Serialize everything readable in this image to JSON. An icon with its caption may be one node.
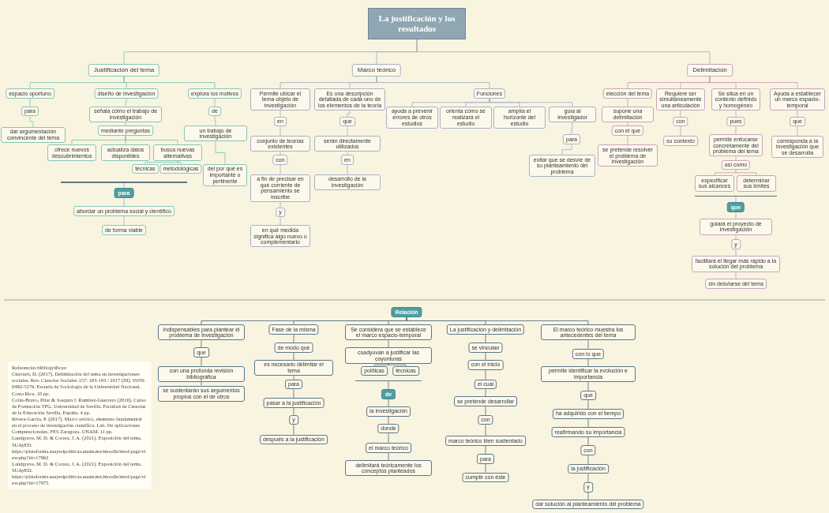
{
  "diagram": {
    "nodes": [
      {
        "text": [
          "La justificación y los resultados"
        ]
      },
      {
        "text": [
          "Justificación del tema"
        ]
      },
      {
        "text": [
          "espacio oportuno"
        ]
      },
      {
        "text": [
          "para"
        ]
      },
      {
        "text": [
          "dar argumentación convincente del tema"
        ]
      },
      {
        "text": [
          "diseño de investigación"
        ]
      },
      {
        "text": [
          "señala cómo el trabajo de investigación"
        ]
      },
      {
        "text": [
          "mediante preguntas"
        ]
      },
      {
        "text": [
          "ofrece nuevos descubrimientos"
        ]
      },
      {
        "text": [
          "actualiza datos disponibles"
        ]
      },
      {
        "text": [
          "busca nuevas alternativas"
        ]
      },
      {
        "text": [
          "técnicas"
        ]
      },
      {
        "text": [
          "metodológicas"
        ]
      },
      {
        "text": [
          "explora los motivos"
        ]
      },
      {
        "text": [
          "de"
        ]
      },
      {
        "text": [
          "un trabajo de investigación"
        ]
      },
      {
        "text": [
          "del por qué es importante o pertinente"
        ]
      },
      {
        "text": [
          "para"
        ]
      },
      {
        "text": [
          "abordar un problema social y científico"
        ]
      },
      {
        "text": [
          "de forma viable"
        ]
      },
      {
        "text": [
          "Marco teórico"
        ]
      },
      {
        "text": [
          "Permite ubicar el tema objeto de investigación"
        ]
      },
      {
        "text": [
          "en"
        ]
      },
      {
        "text": [
          "conjunto de teorías existentes"
        ]
      },
      {
        "text": [
          "con"
        ]
      },
      {
        "text": [
          "a fin de precisar en qué corriente de pensamiento se inscribe"
        ]
      },
      {
        "text": [
          "y"
        ]
      },
      {
        "text": [
          "en qué medida significa algo nuevo o complementario"
        ]
      },
      {
        "text": [
          "Es una descripción detallada de cada uno de los elementos de la teoría"
        ]
      },
      {
        "text": [
          "que"
        ]
      },
      {
        "text": [
          "serán directamente utilizados"
        ]
      },
      {
        "text": [
          "en"
        ]
      },
      {
        "text": [
          "desarrollo de la investigación"
        ]
      },
      {
        "text": [
          "Funciones"
        ]
      },
      {
        "text": [
          "ayuda a prevenir errores de otros estudios"
        ]
      },
      {
        "text": [
          "orienta cómo se realizará el estudio"
        ]
      },
      {
        "text": [
          "amplía el horizonte del estudio"
        ]
      },
      {
        "text": [
          "guía al investigador"
        ]
      },
      {
        "text": [
          "para"
        ]
      },
      {
        "text": [
          "evitar que se desvíe de su planteamiento del problema"
        ]
      },
      {
        "text": [
          "Delimitación"
        ]
      },
      {
        "text": [
          "elección del tema"
        ]
      },
      {
        "text": [
          "supone una delimitación"
        ]
      },
      {
        "text": [
          "con el que"
        ]
      },
      {
        "text": [
          "se pretende resolver el problema de investigación"
        ]
      },
      {
        "text": [
          "Requiere ser simultáneamente una articulación"
        ]
      },
      {
        "text": [
          "con"
        ]
      },
      {
        "text": [
          "su contexto"
        ]
      },
      {
        "text": [
          "Se sitúa en un contexto definido y homogéneo"
        ]
      },
      {
        "text": [
          "pues"
        ]
      },
      {
        "text": [
          "permite enfocarse concretamente del problema del tema"
        ]
      },
      {
        "text": [
          "así como"
        ]
      },
      {
        "text": [
          "especificar sus alcances"
        ]
      },
      {
        "text": [
          "determinar sus límites"
        ]
      },
      {
        "text": [
          "que"
        ]
      },
      {
        "text": [
          "guiará el proyecto de investigación"
        ]
      },
      {
        "text": [
          "y"
        ]
      },
      {
        "text": [
          "facilitará el llegar más rápido a la solución del problema"
        ]
      },
      {
        "text": [
          "sin desviarse del tema"
        ]
      },
      {
        "text": [
          "Ayuda a establecer un marco espacio-temporal"
        ]
      },
      {
        "text": [
          "que"
        ]
      },
      {
        "text": [
          "corresponda a la investigación que se desarrolla"
        ]
      },
      {
        "text": [
          "Relación"
        ]
      },
      {
        "text": [
          "Indispensables para plantear el problema de investigación"
        ]
      },
      {
        "text": [
          "que"
        ]
      },
      {
        "text": [
          "con una profunda revisión bibliográfica"
        ]
      },
      {
        "text": [
          "se sustentarán sus argumentos propios con el de otros"
        ]
      },
      {
        "text": [
          "Fase de la misma"
        ]
      },
      {
        "text": [
          "de modo que"
        ]
      },
      {
        "text": [
          "es necesario delimitar el tema"
        ]
      },
      {
        "text": [
          "para"
        ]
      },
      {
        "text": [
          "pasar a la justificación"
        ]
      },
      {
        "text": [
          "y"
        ]
      },
      {
        "text": [
          "después a la justificación"
        ]
      },
      {
        "text": [
          "Se considera que se establece el marco espacio-temporal"
        ]
      },
      {
        "text": [
          "coadyuvan a justificar las coyunturas"
        ]
      },
      {
        "text": [
          "políticas"
        ]
      },
      {
        "text": [
          "técnicas"
        ]
      },
      {
        "text": [
          "de"
        ]
      },
      {
        "text": [
          "la investigación"
        ]
      },
      {
        "text": [
          "donde"
        ]
      },
      {
        "text": [
          "el marco teórico"
        ]
      },
      {
        "text": [
          "delimitará teóricamente los conceptos planteados"
        ]
      },
      {
        "text": [
          "La justificación y delimitación"
        ]
      },
      {
        "text": [
          "se vinculan"
        ]
      },
      {
        "text": [
          "con el inicio"
        ]
      },
      {
        "text": [
          "el cual"
        ]
      },
      {
        "text": [
          "se pretende desarrollar"
        ]
      },
      {
        "text": [
          "con"
        ]
      },
      {
        "text": [
          "marco teórico bien sustentado"
        ]
      },
      {
        "text": [
          "para"
        ]
      },
      {
        "text": [
          "cumplir con éste"
        ]
      },
      {
        "text": [
          "El marco teórico muestra los antecedentes del tema"
        ]
      },
      {
        "text": [
          "con lo que"
        ]
      },
      {
        "text": [
          "permite identificar la evolución e importancia"
        ]
      },
      {
        "text": [
          "que"
        ]
      },
      {
        "text": [
          "ha adquirido con el tiempo"
        ]
      },
      {
        "text": [
          "reafirmando su importancia"
        ]
      },
      {
        "text": [
          "con"
        ]
      },
      {
        "text": [
          "la justificación"
        ]
      },
      {
        "text": [
          "y"
        ]
      },
      {
        "text": [
          "dar solución al planteamiento del problema"
        ]
      },
      {
        "text": [],
        "shape": "bar"
      },
      {
        "text": [],
        "shape": "bar"
      },
      {
        "text": [],
        "shape": "bar"
      }
    ],
    "edges": [
      {
        "from": 0,
        "to": 1,
        "arrow": "none",
        "color": "#86c6b9"
      },
      {
        "from": 1,
        "to": 2,
        "arrow": "none",
        "color": "#86c6b9"
      },
      {
        "from": 2,
        "to": 3,
        "arrow": "none",
        "color": "#86c6b9"
      },
      {
        "from": 3,
        "to": 4,
        "arrow": "none",
        "color": "#86c6b9"
      },
      {
        "from": 1,
        "to": 5,
        "arrow": "none",
        "color": "#86c6b9"
      },
      {
        "from": 5,
        "to": 6,
        "arrow": "none",
        "color": "#86c6b9"
      },
      {
        "from": 6,
        "to": 7,
        "arrow": "none",
        "color": "#86c6b9"
      },
      {
        "from": 7,
        "to": 8,
        "arrow": "none",
        "color": "#86c6b9"
      },
      {
        "from": 7,
        "to": 9,
        "arrow": "none",
        "color": "#86c6b9"
      },
      {
        "from": 7,
        "to": 10,
        "arrow": "none",
        "color": "#86c6b9"
      },
      {
        "from": 10,
        "to": 11,
        "arrow": "none",
        "color": "#86c6b9"
      },
      {
        "from": 10,
        "to": 12,
        "arrow": "none",
        "color": "#86c6b9"
      },
      {
        "from": 1,
        "to": 13,
        "arrow": "none",
        "color": "#86c6b9"
      },
      {
        "from": 13,
        "to": 14,
        "arrow": "none",
        "color": "#86c6b9"
      },
      {
        "from": 14,
        "to": 15,
        "arrow": "none",
        "color": "#86c6b9"
      },
      {
        "from": 15,
        "to": 16,
        "arrow": "none",
        "color": "#86c6b9"
      },
      {
        "from": 17,
        "to": 18,
        "arrow": "none",
        "color": "#86c6b9"
      },
      {
        "from": 18,
        "to": 19,
        "arrow": "none",
        "color": "#86c6b9"
      },
      {
        "from": 0,
        "to": 20,
        "arrow": "none",
        "color": "#a6b2c6"
      },
      {
        "from": 20,
        "to": 21,
        "arrow": "none",
        "color": "#a6b2c6"
      },
      {
        "from": 21,
        "to": 22,
        "arrow": "none",
        "color": "#a6b2c6"
      },
      {
        "from": 22,
        "to": 23,
        "arrow": "none",
        "color": "#a6b2c6"
      },
      {
        "from": 23,
        "to": 24,
        "arrow": "none",
        "color": "#a6b2c6"
      },
      {
        "from": 24,
        "to": 25,
        "arrow": "none",
        "color": "#a6b2c6"
      },
      {
        "from": 25,
        "to": 26,
        "arrow": "none",
        "color": "#a6b2c6"
      },
      {
        "from": 26,
        "to": 27,
        "arrow": "none",
        "color": "#a6b2c6"
      },
      {
        "from": 20,
        "to": 28,
        "arrow": "none",
        "color": "#a6b2c6"
      },
      {
        "from": 28,
        "to": 29,
        "arrow": "none",
        "color": "#a6b2c6"
      },
      {
        "from": 29,
        "to": 30,
        "arrow": "none",
        "color": "#a6b2c6"
      },
      {
        "from": 30,
        "to": 31,
        "arrow": "none",
        "color": "#a6b2c6"
      },
      {
        "from": 31,
        "to": 32,
        "arrow": "none",
        "color": "#a6b2c6"
      },
      {
        "from": 20,
        "to": 33,
        "arrow": "none",
        "color": "#a6b2c6"
      },
      {
        "from": 33,
        "to": 34,
        "arrow": "none",
        "color": "#a6b2c6"
      },
      {
        "from": 33,
        "to": 35,
        "arrow": "none",
        "color": "#a6b2c6"
      },
      {
        "from": 33,
        "to": 36,
        "arrow": "none",
        "color": "#a6b2c6"
      },
      {
        "from": 33,
        "to": 37,
        "arrow": "none",
        "color": "#a6b2c6"
      },
      {
        "from": 37,
        "to": 38,
        "arrow": "none",
        "color": "#a6b2c6"
      },
      {
        "from": 38,
        "to": 39,
        "arrow": "none",
        "color": "#a6b2c6"
      },
      {
        "from": 0,
        "to": 40,
        "arrow": "none",
        "color": "#c9a3bf"
      },
      {
        "from": 40,
        "to": 41,
        "arrow": "none",
        "color": "#c9a3bf"
      },
      {
        "from": 41,
        "to": 42,
        "arrow": "none",
        "color": "#c9a3bf"
      },
      {
        "from": 42,
        "to": 43,
        "arrow": "none",
        "color": "#c9a3bf"
      },
      {
        "from": 43,
        "to": 44,
        "arrow": "none",
        "color": "#c9a3bf"
      },
      {
        "from": 40,
        "to": 45,
        "arrow": "none",
        "color": "#c9a3bf"
      },
      {
        "from": 45,
        "to": 46,
        "arrow": "none",
        "color": "#c9a3bf"
      },
      {
        "from": 46,
        "to": 47,
        "arrow": "none",
        "color": "#c9a3bf"
      },
      {
        "from": 40,
        "to": 48,
        "arrow": "none",
        "color": "#c9a3bf"
      },
      {
        "from": 48,
        "to": 49,
        "arrow": "none",
        "color": "#c9a3bf"
      },
      {
        "from": 49,
        "to": 50,
        "arrow": "none",
        "color": "#c9a3bf"
      },
      {
        "from": 50,
        "to": 51,
        "arrow": "none",
        "color": "#c9a3bf"
      },
      {
        "from": 51,
        "to": 52,
        "arrow": "none",
        "color": "#c9a3bf"
      },
      {
        "from": 51,
        "to": 53,
        "arrow": "none",
        "color": "#c9a3bf"
      },
      {
        "from": 54,
        "to": 55,
        "arrow": "none",
        "color": "#c9a3bf"
      },
      {
        "from": 55,
        "to": 56,
        "arrow": "none",
        "color": "#c9a3bf"
      },
      {
        "from": 56,
        "to": 57,
        "arrow": "none",
        "color": "#c9a3bf"
      },
      {
        "from": 57,
        "to": 58,
        "arrow": "none",
        "color": "#c9a3bf"
      },
      {
        "from": 40,
        "to": 59,
        "arrow": "none",
        "color": "#c9a3bf"
      },
      {
        "from": 59,
        "to": 60,
        "arrow": "none",
        "color": "#c9a3bf"
      },
      {
        "from": 60,
        "to": 61,
        "arrow": "none",
        "color": "#c9a3bf"
      },
      {
        "from": 62,
        "to": 63,
        "arrow": "none"
      },
      {
        "from": 63,
        "to": 64,
        "arrow": "none"
      },
      {
        "from": 64,
        "to": 65,
        "arrow": "none"
      },
      {
        "from": 65,
        "to": 66,
        "arrow": "none"
      },
      {
        "from": 62,
        "to": 67,
        "arrow": "none"
      },
      {
        "from": 67,
        "to": 68,
        "arrow": "none"
      },
      {
        "from": 68,
        "to": 69,
        "arrow": "none"
      },
      {
        "from": 69,
        "to": 70,
        "arrow": "none"
      },
      {
        "from": 70,
        "to": 71,
        "arrow": "none"
      },
      {
        "from": 71,
        "to": 72,
        "arrow": "none"
      },
      {
        "from": 72,
        "to": 73,
        "arrow": "none"
      },
      {
        "from": 62,
        "to": 74,
        "arrow": "none"
      },
      {
        "from": 74,
        "to": 75,
        "arrow": "none"
      },
      {
        "from": 75,
        "to": 76,
        "arrow": "none"
      },
      {
        "from": 75,
        "to": 77,
        "arrow": "none"
      },
      {
        "from": 78,
        "to": 79,
        "arrow": "none"
      },
      {
        "from": 79,
        "to": 80,
        "arrow": "none"
      },
      {
        "from": 80,
        "to": 81,
        "arrow": "none"
      },
      {
        "from": 81,
        "to": 82,
        "arrow": "none"
      },
      {
        "from": 62,
        "to": 83,
        "arrow": "none"
      },
      {
        "from": 83,
        "to": 84,
        "arrow": "none"
      },
      {
        "from": 84,
        "to": 85,
        "arrow": "none"
      },
      {
        "from": 85,
        "to": 86,
        "arrow": "none"
      },
      {
        "from": 86,
        "to": 87,
        "arrow": "none"
      },
      {
        "from": 87,
        "to": 88,
        "arrow": "none"
      },
      {
        "from": 88,
        "to": 89,
        "arrow": "none"
      },
      {
        "from": 89,
        "to": 90,
        "arrow": "none"
      },
      {
        "from": 90,
        "to": 91,
        "arrow": "none"
      },
      {
        "from": 62,
        "to": 92,
        "arrow": "none"
      },
      {
        "from": 92,
        "to": 93,
        "arrow": "none"
      },
      {
        "from": 93,
        "to": 94,
        "arrow": "none"
      },
      {
        "from": 94,
        "to": 95,
        "arrow": "none"
      },
      {
        "from": 95,
        "to": 96,
        "arrow": "none"
      },
      {
        "from": 96,
        "to": 97,
        "arrow": "none"
      },
      {
        "from": 97,
        "to": 98,
        "arrow": "none"
      },
      {
        "from": 98,
        "to": 99,
        "arrow": "none"
      },
      {
        "from": 99,
        "to": 100,
        "arrow": "none"
      },
      {
        "from": 100,
        "to": 101,
        "arrow": "none"
      },
      {
        "from": 102,
        "to": 17,
        "arrow": "none",
        "color": "#86c6b9"
      },
      {
        "from": 103,
        "to": 54,
        "arrow": "none",
        "color": "#c9a3bf"
      },
      {
        "from": 104,
        "to": 78,
        "arrow": "none"
      }
    ],
    "labels": [
      "Referencias bibliográficas:",
      "Chavarri, D. (2017). Delimitación del tema en investigaciones sociales. Rev. Ciencias Sociales 157: 183-193 / 2017 (III). ISSN: 0482-5276. Escuela de Sociología de la Universidad Nacional, Costa Rica. 10 pp.",
      "Colás-Bravo, Pilar & Joaquín J. Ramírez-Guerrero (2016). Curso de Formación TFG, Universidad de Sevilla. Facultad de Ciencias de la Educación Sevilla, España. 4 pp.",
      "Rivera-García, P. (2017). Marco teórico, elemento fundamental en el proceso de investigación científica. Lab. De aplicaciones Computacionales. FES Zaragoza. UNAM. 11 pp.",
      "Landgrave, M. D. & Correa, J. A. (2021). Exposición del tema. SUAyED. https://plataforma.suayedpoliticas.unam.mx/moodle/mod/page/view.php?id=17962",
      "Landgrave, M. D. & Correa, J. A. (2021). Exposición del tema. SUAyED. https://plataforma.suayedpoliticas.unam.mx/moodle/mod/page/view.php?id=17975"
    ]
  }
}
